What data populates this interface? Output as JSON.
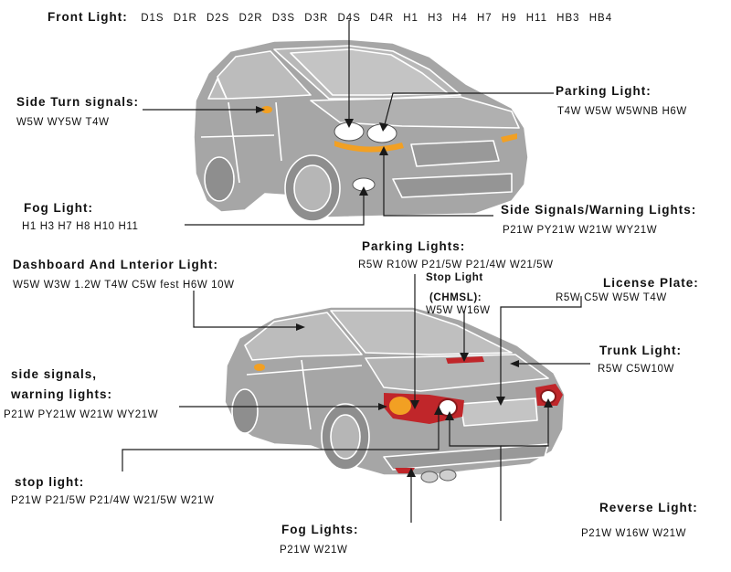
{
  "front_light": {
    "title": "Front Light:",
    "bulbs": "D1S  D1R  D2S  D2R  D3S  D3R  D4S  D4R  H1  H3  H4  H7  H9  H11  HB3  HB4"
  },
  "side_turn_signals": {
    "title": "Side Turn signals:",
    "bulbs": "W5W   WY5W   T4W"
  },
  "parking_light": {
    "title": "Parking Light:",
    "bulbs": "T4W   W5W   W5WNB   H6W"
  },
  "fog_light": {
    "title": "Fog Light:",
    "bulbs": "H1   H3   H7   H8   H10   H11"
  },
  "side_signals_warning": {
    "title": "Side Signals/Warning Lights:",
    "bulbs": "P21W   PY21W   W21W   WY21W"
  },
  "dashboard_interior": {
    "title": "Dashboard And Lnterior Light:",
    "bulbs": "W5W   W3W   1.2W    T4W    C5W    fest    H6W   10W"
  },
  "parking_lights_rear": {
    "title": "Parking Lights:",
    "bulbs": "R5W    R10W     P21/5W    P21/4W   W21/5W"
  },
  "stop_light_chmsl": {
    "title_line1": "Stop Light",
    "title_line2": "(CHMSL):",
    "bulbs": "W5W    W16W"
  },
  "license_plate": {
    "title": "License Plate:",
    "bulbs": "R5W  C5W    W5W    T4W"
  },
  "trunk_light": {
    "title": "Trunk Light:",
    "bulbs": "R5W   C5W10W"
  },
  "side_signals_rear": {
    "title_line1": "side signals,",
    "title_line2": "warning lights:",
    "bulbs": "P21W    PY21W    W21W   WY21W"
  },
  "stop_light": {
    "title": "stop light:",
    "bulbs": "P21W        P21/5W       P21/4W       W21/5W      W21W"
  },
  "reverse_light": {
    "title": "Reverse Light:",
    "bulbs": "P21W   W16W   W21W"
  },
  "fog_lights_rear": {
    "title": "Fog Lights:",
    "bulbs": "P21W   W21W"
  },
  "colors": {
    "car_body": "#a6a6a6",
    "car_outline": "#ffffff",
    "amber": "#f2a023",
    "red_lamp": "#c0262a",
    "dark_red": "#8a1a1c",
    "line": "#1a1a1a"
  }
}
